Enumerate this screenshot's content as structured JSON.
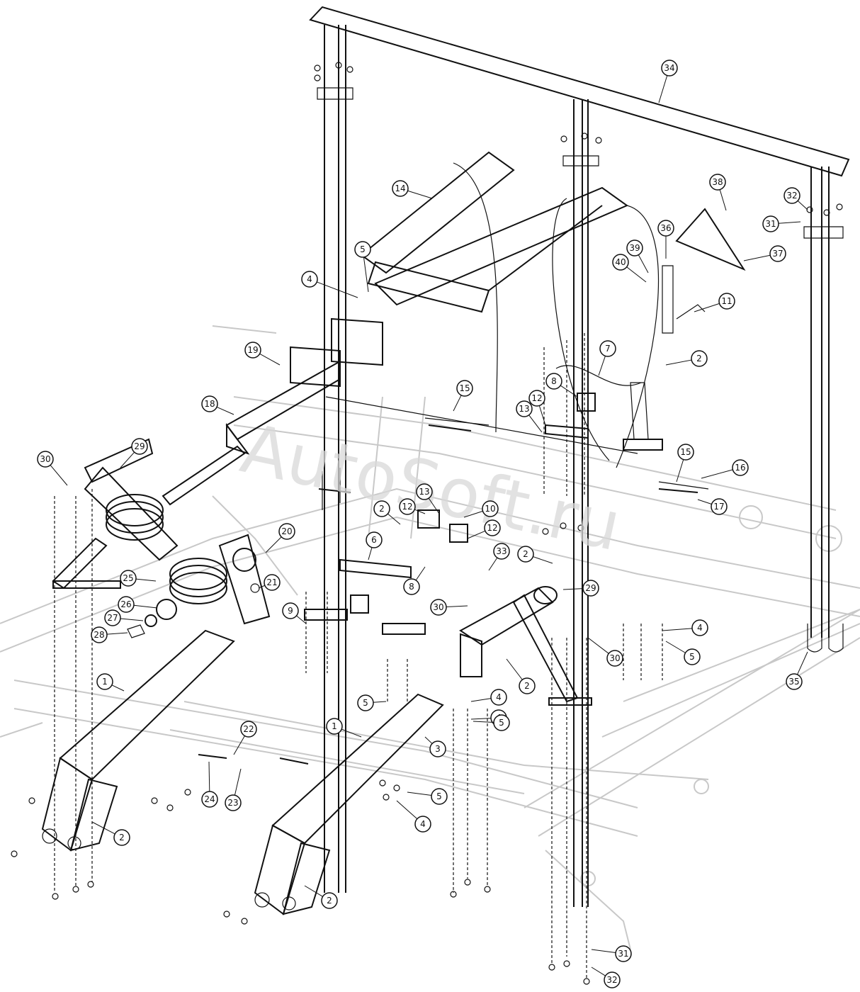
{
  "watermark": {
    "text": "AutoSoft.ru"
  },
  "callouts": [
    {
      "label": "34"
    },
    {
      "label": "32"
    },
    {
      "label": "31"
    },
    {
      "label": "38"
    },
    {
      "label": "36"
    },
    {
      "label": "37"
    },
    {
      "label": "39"
    },
    {
      "label": "40"
    },
    {
      "label": "14"
    },
    {
      "label": "5"
    },
    {
      "label": "4"
    },
    {
      "label": "11"
    },
    {
      "label": "19"
    },
    {
      "label": "7"
    },
    {
      "label": "2"
    },
    {
      "label": "8"
    },
    {
      "label": "12"
    },
    {
      "label": "13"
    },
    {
      "label": "15"
    },
    {
      "label": "18"
    },
    {
      "label": "15"
    },
    {
      "label": "16"
    },
    {
      "label": "17"
    },
    {
      "label": "29"
    },
    {
      "label": "30"
    },
    {
      "label": "13"
    },
    {
      "label": "12"
    },
    {
      "label": "2"
    },
    {
      "label": "10"
    },
    {
      "label": "12"
    },
    {
      "label": "20"
    },
    {
      "label": "6"
    },
    {
      "label": "33"
    },
    {
      "label": "2"
    },
    {
      "label": "25"
    },
    {
      "label": "21"
    },
    {
      "label": "8"
    },
    {
      "label": "29"
    },
    {
      "label": "26"
    },
    {
      "label": "9"
    },
    {
      "label": "30"
    },
    {
      "label": "27"
    },
    {
      "label": "28"
    },
    {
      "label": "4"
    },
    {
      "label": "5"
    },
    {
      "label": "30"
    },
    {
      "label": "1"
    },
    {
      "label": "4"
    },
    {
      "label": "2"
    },
    {
      "label": "35"
    },
    {
      "label": "5"
    },
    {
      "label": "4"
    },
    {
      "label": "5"
    },
    {
      "label": "1"
    },
    {
      "label": "22"
    },
    {
      "label": "3"
    },
    {
      "label": "24"
    },
    {
      "label": "23"
    },
    {
      "label": "5"
    },
    {
      "label": "4"
    },
    {
      "label": "2"
    },
    {
      "label": "2"
    },
    {
      "label": "31"
    },
    {
      "label": "32"
    }
  ]
}
